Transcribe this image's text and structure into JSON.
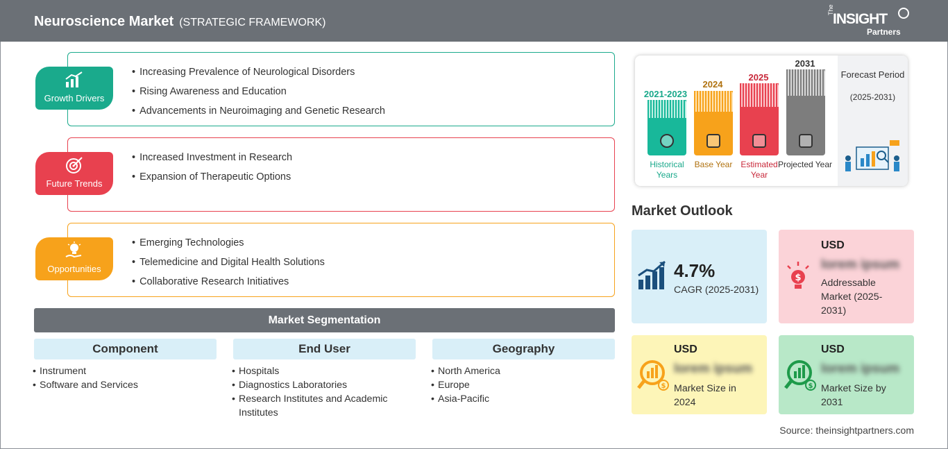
{
  "header": {
    "title": "Neuroscience Market",
    "subtitle": "(STRATEGIC FRAMEWORK)"
  },
  "logo": {
    "the": "The",
    "insight": "INSIGHT",
    "partners": "Partners"
  },
  "framework": {
    "growth_drivers": {
      "label": "Growth Drivers",
      "color": "#1aaa8c",
      "items": [
        "Increasing Prevalence of Neurological Disorders",
        "Rising Awareness and Education",
        "Advancements in Neuroimaging and Genetic Research"
      ]
    },
    "future_trends": {
      "label": "Future Trends",
      "color": "#e8414f",
      "items": [
        "Increased Investment in Research",
        "Expansion of Therapeutic Options"
      ]
    },
    "opportunities": {
      "label": "Opportunities",
      "color": "#f7a21b",
      "items": [
        "Emerging Technologies",
        "Telemedicine and Digital Health Solutions",
        "Collaborative Research Initiatives"
      ]
    }
  },
  "segmentation": {
    "title": "Market Segmentation",
    "columns": [
      {
        "heading": "Component",
        "items": [
          "Instrument",
          "Software and Services"
        ]
      },
      {
        "heading": "End User",
        "items": [
          "Hospitals",
          "Diagnostics Laboratories",
          "Research Institutes and Academic Institutes"
        ]
      },
      {
        "heading": "Geography",
        "items": [
          "North America",
          "Europe",
          "Asia-Pacific"
        ]
      }
    ]
  },
  "timeline": {
    "historical": {
      "year": "2021-2023",
      "label": "Historical Years",
      "color": "#18b89a"
    },
    "base": {
      "year": "2024",
      "label": "Base Year",
      "color": "#f7a21b"
    },
    "estimated": {
      "year": "2025",
      "label": "Estimated Year",
      "color": "#e8414f"
    },
    "projected": {
      "year": "2031",
      "label": "Projected Year",
      "color": "#7d7d7d"
    },
    "forecast": {
      "title": "Forecast Period",
      "range": "(2025-2031)"
    }
  },
  "outlook": {
    "title": "Market Outlook",
    "cagr": {
      "value": "4.7%",
      "label": "CAGR (2025-2031)"
    },
    "addressable": {
      "usd": "USD",
      "value": "lorem ipsum",
      "label": "Addressable Market (2025-2031)"
    },
    "size_2024": {
      "usd": "USD",
      "value": "lorem ipsum",
      "label": "Market Size in 2024"
    },
    "size_2031": {
      "usd": "USD",
      "value": "lorem ipsum",
      "label": "Market Size by 2031"
    }
  },
  "source": "Source: theinsightpartners.com"
}
